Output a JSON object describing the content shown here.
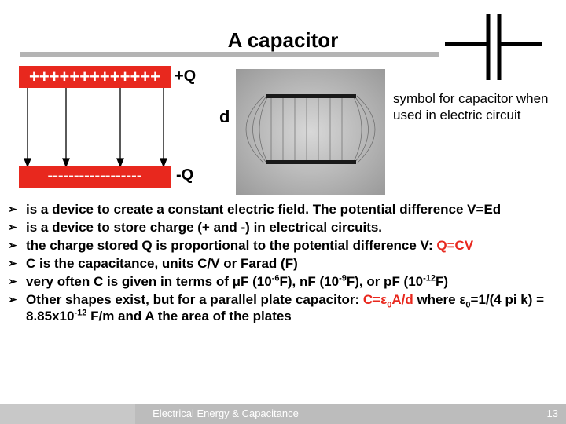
{
  "title": "A capacitor",
  "diagram": {
    "top_plate": "+++++++++++++",
    "top_charge": "+Q",
    "bottom_plate": "------------------",
    "bottom_charge": "-Q",
    "separation": "d"
  },
  "symbol_caption": "symbol for capacitor when used in electric circuit",
  "bullets": {
    "b1": "is a device to create a constant electric field. The potential difference V=Ed",
    "b2": "is a device to store charge (+ and -) in electrical circuits.",
    "b3_text": "the charge stored Q is proportional to the potential difference V: ",
    "b3_formula": "Q=CV",
    "b4": "C is the capacitance, units C/V or Farad (F)",
    "b5": {
      "p1": "very often C is given in terms of ",
      "mu": "μ",
      "p2": "F (10",
      "e1": "-6",
      "p3": "F), nF (10",
      "e2": "-9",
      "p4": "F), or pF (10",
      "e3": "-12",
      "p5": "F)"
    },
    "b6": {
      "p1": "Other shapes exist, but for a parallel plate capacitor: ",
      "formula": "C=ε",
      "formula_sub": "0",
      "formula_end": "A/d",
      "p2": " where ",
      "eps": "ε",
      "eps_sub": "0",
      "p3": "=1/(4 pi k) = 8.85x10",
      "exp": "-12",
      "p4": " F/m and A the area of the plates"
    }
  },
  "bullet_icon": "arrow-bullet",
  "footer": {
    "title": "Electrical Energy & Capacitance",
    "page": "13"
  },
  "colors": {
    "plate": "#e8281e",
    "highlight": "#e8281e",
    "footer": "#bcbcbc"
  }
}
